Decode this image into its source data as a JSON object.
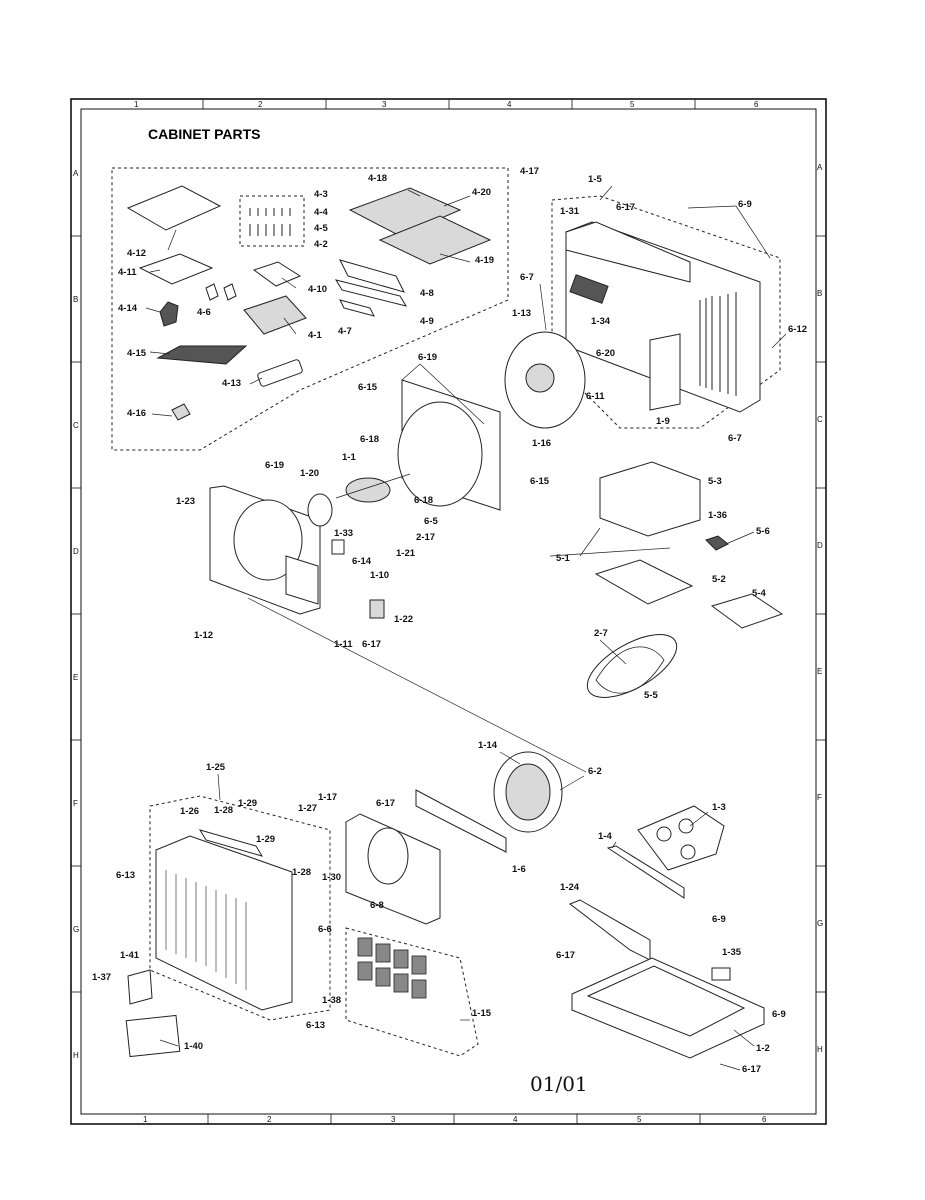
{
  "title": "CABINET PARTS",
  "page_number": "01/01",
  "grid": {
    "columns": [
      "1",
      "2",
      "3",
      "4",
      "5",
      "6"
    ],
    "rows": [
      "A",
      "B",
      "C",
      "D",
      "E",
      "F",
      "G",
      "H"
    ]
  },
  "labels": {
    "accessory_kit": [
      "4-17",
      "4-18",
      "4-20",
      "4-3",
      "4-4",
      "4-5",
      "4-2",
      "4-19",
      "4-12",
      "4-11",
      "4-10",
      "4-6",
      "4-14",
      "4-8",
      "4-1",
      "4-9",
      "4-7",
      "4-15",
      "4-13",
      "4-16"
    ],
    "outer_case": [
      "1-5",
      "1-31",
      "6-17",
      "6-9",
      "6-7",
      "1-34",
      "6-20",
      "6-12",
      "1-9",
      "6-7",
      "1-13",
      "6-11"
    ],
    "condenser_shroud": [
      "6-19",
      "6-15",
      "1-16",
      "6-15",
      "6-18",
      "1-1",
      "6-18",
      "6-5",
      "2-17",
      "1-21"
    ],
    "base_bracket": [
      "6-19",
      "1-20",
      "1-23",
      "1-33",
      "6-14",
      "1-10",
      "1-22",
      "1-12",
      "1-11",
      "6-17"
    ],
    "control_box": [
      "5-3",
      "1-36",
      "5-6",
      "5-1",
      "5-2",
      "5-4",
      "2-7",
      "5-5"
    ],
    "blower_front": [
      "1-14",
      "6-2",
      "1-25",
      "1-17",
      "1-26",
      "1-28",
      "1-29",
      "1-27",
      "6-17",
      "1-29",
      "1-28",
      "1-6",
      "6-13",
      "1-30",
      "6-8",
      "6-6",
      "1-41",
      "1-37",
      "1-38",
      "6-13",
      "1-15",
      "1-40"
    ],
    "base_pan": [
      "1-3",
      "1-4",
      "1-24",
      "6-9",
      "6-17",
      "1-35",
      "6-9",
      "1-2",
      "6-17"
    ]
  }
}
